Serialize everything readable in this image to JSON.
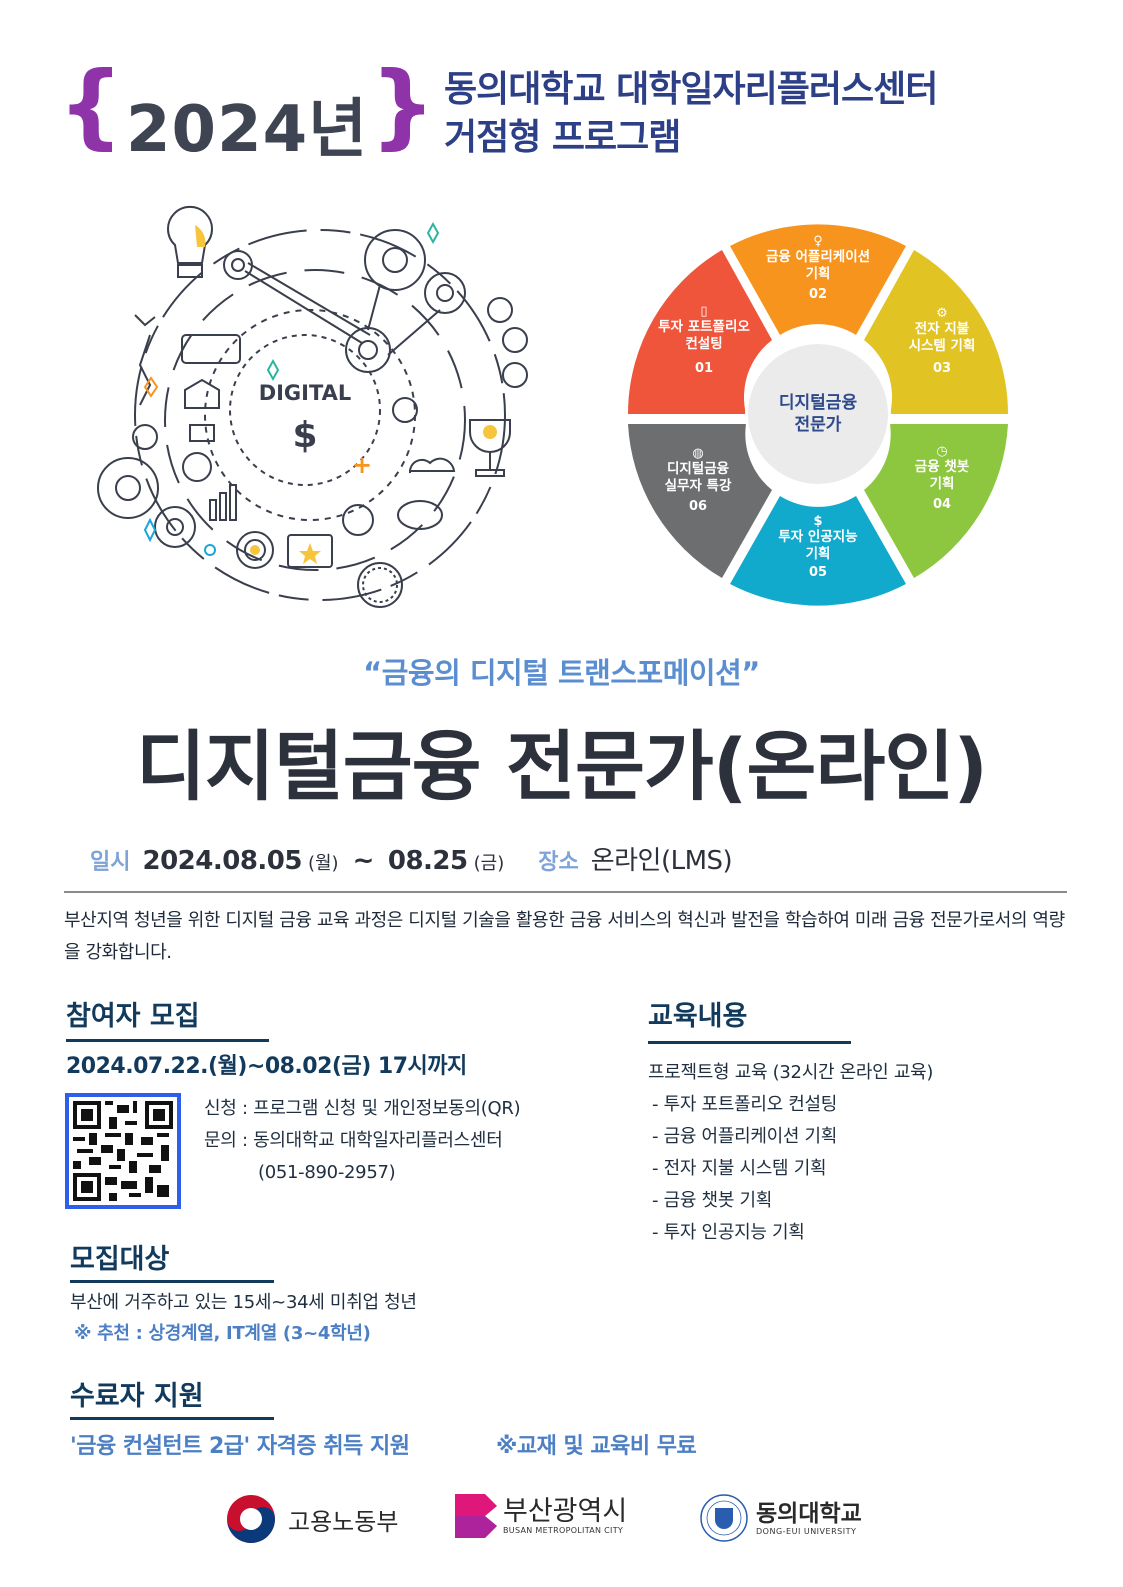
{
  "header": {
    "brace_open": "{",
    "brace_close": "}",
    "year": "2024년",
    "org_line1": "동의대학교 대학일자리플러스센터",
    "org_line2": "거점형 프로그램"
  },
  "illustration": {
    "center_word": "DIGITAL",
    "center_symbol": "$"
  },
  "wheel": {
    "hub_line1": "디지털금융",
    "hub_line2": "전문가",
    "segments": [
      {
        "num": "01",
        "line1": "투자 포트폴리오",
        "line2": "컨설팅",
        "icon": "smartphone-icon",
        "color": "#ef553b"
      },
      {
        "num": "02",
        "line1": "금융 어플리케이션",
        "line2": "기획",
        "icon": "lightbulb-icon",
        "color": "#f7941d"
      },
      {
        "num": "03",
        "line1": "전자 지불",
        "line2": "시스템 기획",
        "icon": "gear-icon",
        "color": "#e2c324"
      },
      {
        "num": "04",
        "line1": "금융 챗봇",
        "line2": "기획",
        "icon": "clock-icon",
        "color": "#8dc63f"
      },
      {
        "num": "05",
        "line1": "투자 인공지능",
        "line2": "기획",
        "icon": "money-plant-icon",
        "color": "#11a9cc"
      },
      {
        "num": "06",
        "line1": "디지털금융",
        "line2": "실무자 특강",
        "icon": "globe-icon",
        "color": "#6d6e70"
      }
    ]
  },
  "title": {
    "quote": "“금융의 디지털 트랜스포메이션”",
    "main": "디지털금융 전문가(온라인)"
  },
  "schedule": {
    "date_label": "일시",
    "date_start": "2024.08.05",
    "date_start_day": "(월)",
    "tilde": "~",
    "date_end": "08.25",
    "date_end_day": "(금)",
    "place_label": "장소",
    "place_value": "온라인(LMS)"
  },
  "description": "부산지역 청년을 위한 디지털 금융 교육 과정은 디지털 기술을 활용한 금융 서비스의 혁신과 발전을 학습하여 미래 금융 전문가로서의 역량을 강화합니다.",
  "recruit": {
    "title": "참여자 모집",
    "period": "2024.07.22.(월)~08.02(금) 17시까지",
    "apply_label": "신청 : 프로그램 신청 및 개인정보동의(QR)",
    "inquiry_label": "문의 : 동의대학교 대학일자리플러스센터",
    "inquiry_phone": "(051-890-2957)"
  },
  "target": {
    "title": "모집대상",
    "text": "부산에 거주하고 있는 15세~34세 미취업 청년",
    "recommend": "※ 추천 : 상경계열, IT계열 (3~4학년)"
  },
  "support": {
    "title": "수료자 지원",
    "text": "'금융 컨설턴트 2급' 자격증 취득 지원",
    "note": "※교재 및 교육비 무료"
  },
  "curriculum": {
    "title": "교육내용",
    "intro": "프로젝트형 교육 (32시간 온라인 교육)",
    "items": [
      "-  투자 포트폴리오 컨설팅",
      "-  금융 어플리케이션 기획",
      "-  전자 지불 시스템 기획",
      "-  금융 챗봇 기획",
      "-  투자 인공지능 기획"
    ]
  },
  "footer": {
    "logo1": "고용노동부",
    "logo2": "부산광역시",
    "logo2_sub": "BUSAN METROPOLITAN CITY",
    "logo3": "동의대학교",
    "logo3_sub": "DONG-EUI UNIVERSITY"
  },
  "colors": {
    "brace": "#8e34a8",
    "org_title": "#2d3f86",
    "quote": "#5b8ed0",
    "section_title": "#123a5c",
    "qr_border": "#2f5ee8"
  }
}
